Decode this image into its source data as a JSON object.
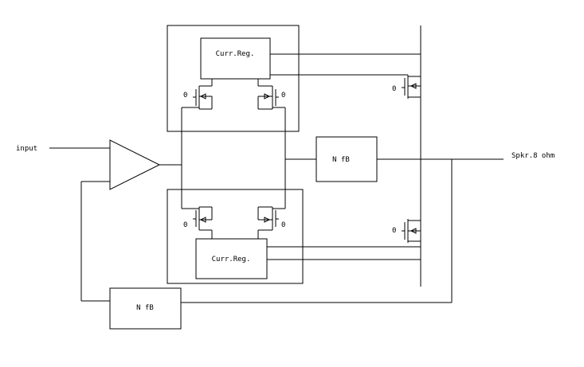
{
  "labels": {
    "input": "input",
    "output": "Spkr.8 ohm",
    "curr_reg_top": "Curr.Reg.",
    "curr_reg_bottom": "Curr.Reg.",
    "nfb_mid": "N fB",
    "nfb_bottom": "N fB",
    "q_top_left": "0",
    "q_top_right": "0",
    "q_bot_left": "0",
    "q_bot_right": "0",
    "q_out_top": "0",
    "q_out_bottom": "0"
  }
}
